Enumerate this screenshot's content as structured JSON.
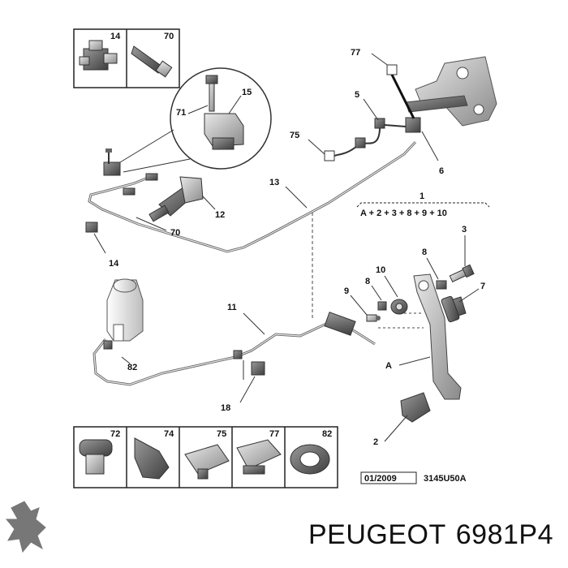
{
  "callouts": {
    "c14_top": "14",
    "c70_top": "70",
    "c71": "71",
    "c15": "15",
    "c77": "77",
    "c5": "5",
    "c75": "75",
    "c6": "6",
    "c13": "13",
    "c12": "12",
    "c70_mid": "70",
    "c14_mid": "14",
    "c1": "1",
    "formula": "A + 2 + 3 + 8 + 9 + 10",
    "c3": "3",
    "c8_right": "8",
    "c10": "10",
    "c8_mid": "8",
    "c9": "9",
    "c7": "7",
    "c11": "11",
    "c82_mid": "82",
    "cA": "A",
    "c18": "18",
    "c2": "2"
  },
  "bottom_panel": {
    "p72": "72",
    "p74": "74",
    "p75": "75",
    "p77": "77",
    "p82": "82"
  },
  "footer": {
    "date_code": "01/2009",
    "ref_code": "3145U50A"
  },
  "brand": {
    "name": "PEUGEOT",
    "part_number": "6981P4"
  }
}
